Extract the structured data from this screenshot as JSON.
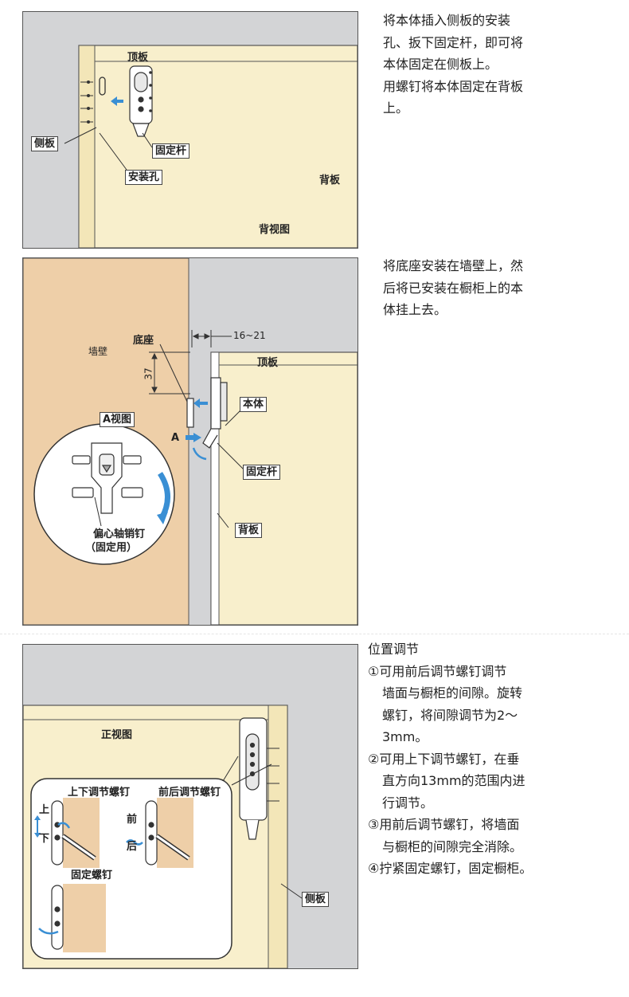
{
  "panel1": {
    "labels": {
      "top_board": "顶板",
      "side_board": "侧板",
      "fixing_lever": "固定杆",
      "mounting_hole": "安装孔",
      "back_board": "背板",
      "view_name": "背视图"
    },
    "description": [
      "将本体插入侧板的安装",
      "孔、扳下固定杆，即可将",
      "本体固定在侧板上。",
      "用螺钉将本体固定在背板",
      "上。"
    ]
  },
  "panel2": {
    "labels": {
      "wall": "墙壁",
      "base": "底座",
      "dim_gap": "16~21",
      "dim_height": "37",
      "top_board": "顶板",
      "body": "本体",
      "fixing_lever": "固定杆",
      "back_board": "背板",
      "view_a": "A视图",
      "arrow_a": "A",
      "eccentric_pin_line1": "偏心轴销钉",
      "eccentric_pin_line2": "（固定用）"
    },
    "description": [
      "将底座安装在墙壁上，然",
      "后将已安装在橱柜上的本",
      "体挂上去。"
    ]
  },
  "panel3": {
    "labels": {
      "front_view": "正视图",
      "vertical_screw": "上下调节螺钉",
      "depth_screw": "前后调节螺钉",
      "fixing_screw": "固定螺钉",
      "up": "上",
      "down": "下",
      "front": "前",
      "back": "后",
      "side_board": "侧板"
    },
    "title": "位置调节",
    "steps": [
      [
        "①可用前后调节螺钉调节",
        "墙面与橱柜的间隙。旋转",
        "螺钉，将间隙调节为2～",
        "3mm。"
      ],
      [
        "②可用上下调节螺钉，在垂",
        "直方向13mm的范围内进",
        "行调节。"
      ],
      [
        "③用前后调节螺钉，将墙面",
        "与橱柜的间隙完全消除。"
      ],
      [
        "④拧紧固定螺钉，固定橱柜。"
      ]
    ]
  },
  "colors": {
    "wall_gray": "#d3d4d6",
    "board_cream": "#f8efcc",
    "wall_tan": "#eecfa8",
    "arrow_blue": "#3a8fd4"
  }
}
